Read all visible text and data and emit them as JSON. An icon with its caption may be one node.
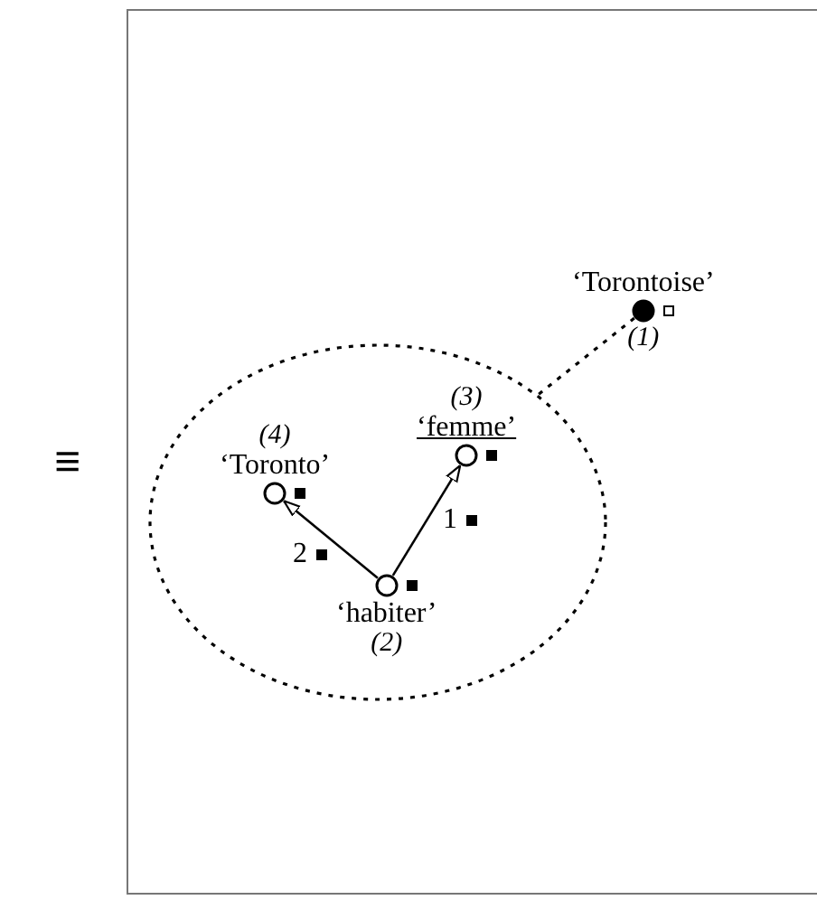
{
  "diagram": {
    "nodes": [
      {
        "text": [
          "‘Torontoise’",
          "(1)"
        ]
      },
      {
        "text": [],
        "shape": "ellipse"
      },
      {
        "text": [
          "(4)",
          "‘Toronto’"
        ],
        "in": 1
      },
      {
        "text": [
          "(3)",
          "‘femme’"
        ],
        "in": 1
      },
      {
        "text": [
          "‘habiter’",
          "(2)"
        ],
        "in": 1
      }
    ],
    "edges": [
      {
        "from": 0,
        "to": 1,
        "arrow": "none",
        "style": "dashed"
      },
      {
        "from": 4,
        "to": 3,
        "arrow": "to",
        "label": "1"
      },
      {
        "from": 4,
        "to": 2,
        "arrow": "to",
        "label": "2"
      }
    ],
    "labels": [
      "≡"
    ]
  }
}
